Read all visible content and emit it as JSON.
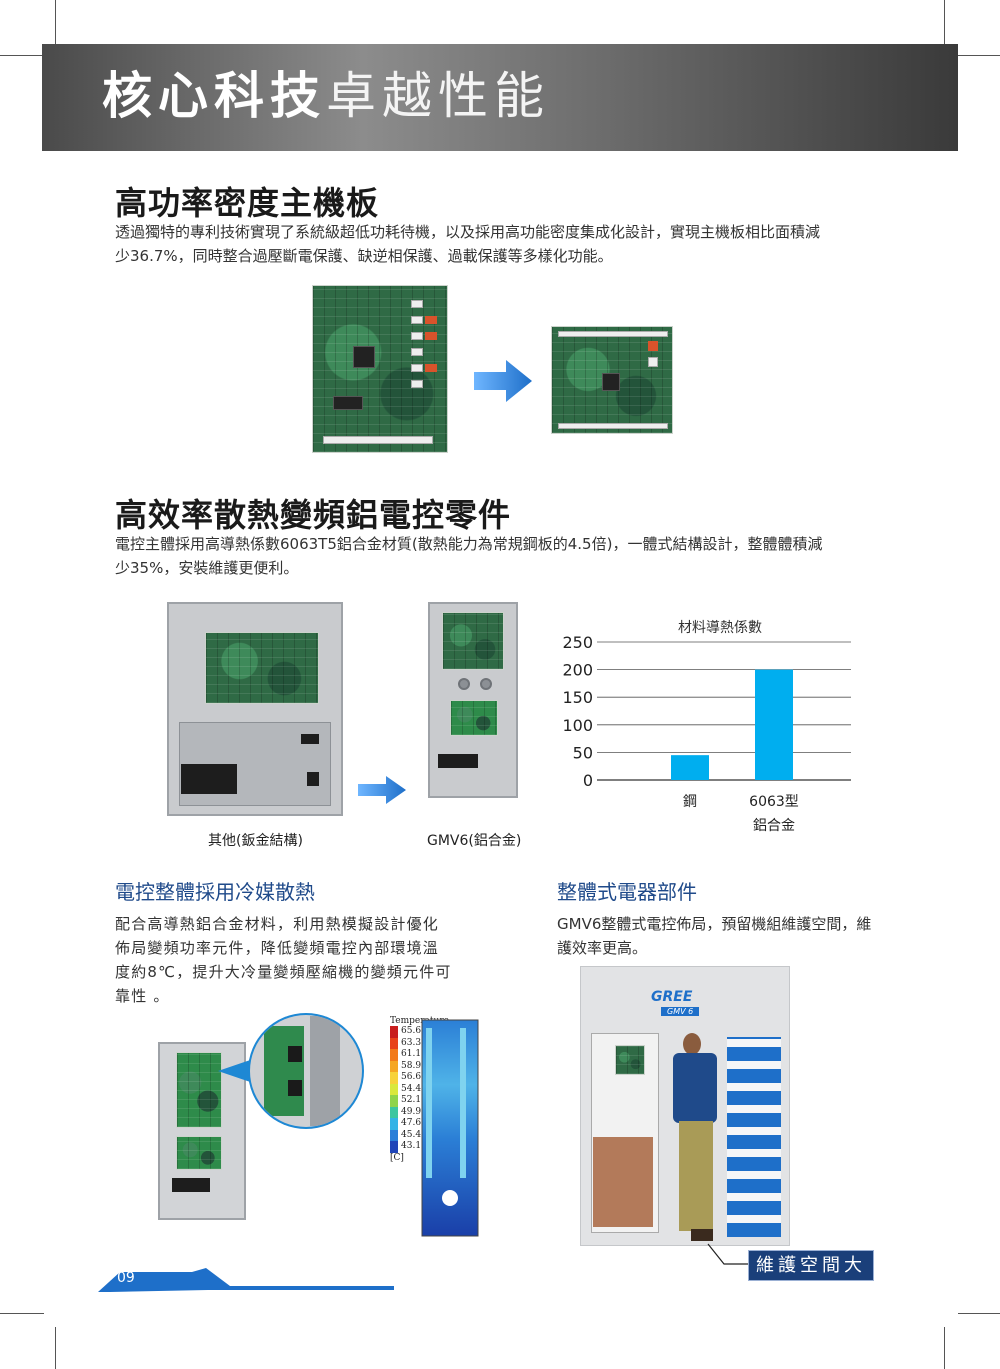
{
  "banner": {
    "title_bold": "核心科技",
    "title_light": "卓越性能"
  },
  "section1": {
    "heading": "高功率密度主機板",
    "body_line1": "透過獨特的專利技術實現了系統級超低功耗待機，以及採用高功能密度集成化設計，實現主機板相比面積減",
    "body_line2": "少36.7%，同時整合過壓斷電保護、缺逆相保護、過載保護等多樣化功能。"
  },
  "section2": {
    "heading": "高效率散熱變頻鋁電控零件",
    "body_line1": "電控主體採用高導熱係數6063T5鋁合金材質(散熱能力為常規鋼板的4.5倍)，一體式結構設計，整體體積減",
    "body_line2": "少35%，安裝維護更便利。",
    "caption_left": "其他(鈑金結構)",
    "caption_right": "GMV6(鋁合金)"
  },
  "chart_data": {
    "type": "bar",
    "title": "材料導熱係數",
    "categories": [
      "鋼",
      "6063型\n鋁合金"
    ],
    "category_line1": [
      "鋼",
      "6063型"
    ],
    "category_line2": [
      "",
      "鋁合金"
    ],
    "values": [
      45,
      200
    ],
    "ylim": [
      0,
      250
    ],
    "yticks": [
      "0",
      "50",
      "100",
      "150",
      "200",
      "250"
    ],
    "grid": true,
    "bar_color": "#00aeef"
  },
  "section3": {
    "heading": "電控整體採用冷媒散熱",
    "body_line1": "配合高導熱鋁合金材料，利用熱模擬設計優化",
    "body_line2": "佈局變頻功率元件，降低變頻電控內部環境溫",
    "body_line3": "度約8℃，提升大冷量變頻壓縮機的變頻元件可",
    "body_line4": "靠性 。",
    "legend_title": "Temperature",
    "legend_values": [
      "65.6",
      "63.3",
      "61.1",
      "58.9",
      "56.6",
      "54.4",
      "52.1",
      "49.9",
      "47.6",
      "45.4",
      "43.1"
    ],
    "legend_unit": "[C]"
  },
  "section4": {
    "heading": "整體式電器部件",
    "body_line1": "GMV6整體式電控佈局，預留機組維護空間，維",
    "body_line2": "護效率更高。",
    "brand_logo": "GREE",
    "brand_sub": "GMV 6",
    "label": "維護空間大"
  },
  "footer": {
    "page_number": "09"
  },
  "colors": {
    "accent_blue": "#1f4a8a",
    "bar_blue": "#00aeef",
    "arrow_blue": "#1e7fd6"
  }
}
